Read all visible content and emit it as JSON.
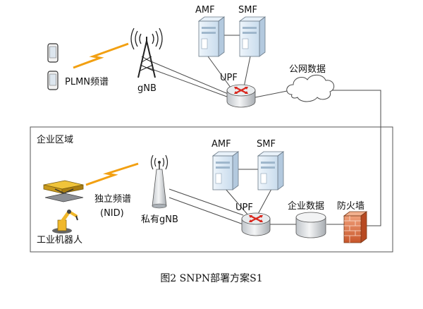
{
  "labels": {
    "plmn_spectrum": "PLMN频谱",
    "gnb_public": "gNB",
    "amf_public": "AMF",
    "smf_public": "SMF",
    "upf_public": "UPF",
    "public_data": "公网数据",
    "enterprise_area": "企业区域",
    "amf_private": "AMF",
    "smf_private": "SMF",
    "independent_spectrum": "独立频谱",
    "nid": "(NID)",
    "private_gnb": "私有gNB",
    "upf_private": "UPF",
    "enterprise_data": "企业数据",
    "firewall": "防火墙",
    "industrial_robot": "工业机器人"
  },
  "caption": "图2   SNPN部署方案S1",
  "colors": {
    "server_face": "#d7e6f3",
    "server_side": "#b9d0e6",
    "upf_red": "#d9261c",
    "firewall": "#e07a4a",
    "line": "#4a4a4a"
  }
}
